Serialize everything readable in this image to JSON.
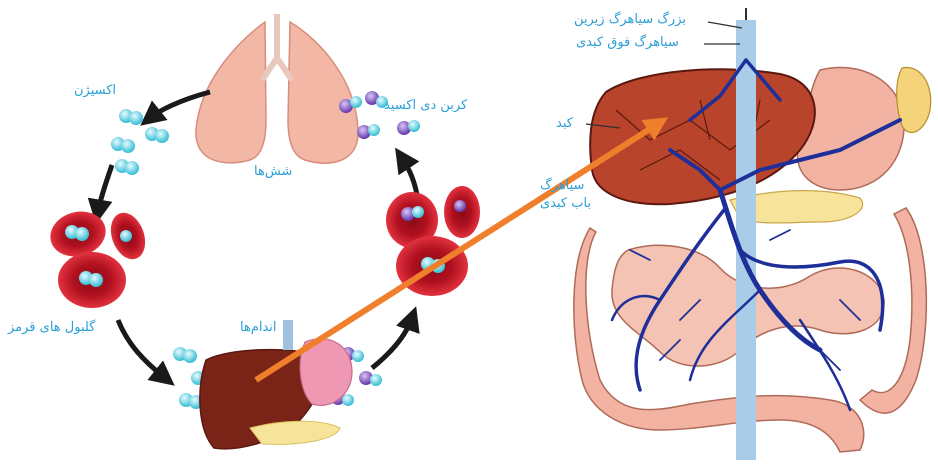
{
  "labels": {
    "oxygen": "اکسیژن",
    "carbon_dioxide": "کربن دی اکسید",
    "lungs": "شش‌ها",
    "red_blood_cells": "گلبول های قرمز",
    "organs": "اندام‌ها",
    "inferior_vena_cava": "بزرگ سیاهرگ زیرین",
    "hepatic_vein": "سیاهرگ فوق کبدی",
    "liver": "کبد",
    "portal_vein_line1": "سیاهرگ",
    "portal_vein_line2": "باب کبدی"
  },
  "colors": {
    "label_blue": "#2a9fd6",
    "label_dark_blue": "#1c4f8a",
    "arrow_orange": "#f07f2c",
    "lung_pink": "#f3b7a6",
    "rbc_red": "#c8102e",
    "liver_brown": "#7a2418",
    "vein_blue": "#1e2f9a",
    "intestine_pink": "#f2b3a3"
  }
}
